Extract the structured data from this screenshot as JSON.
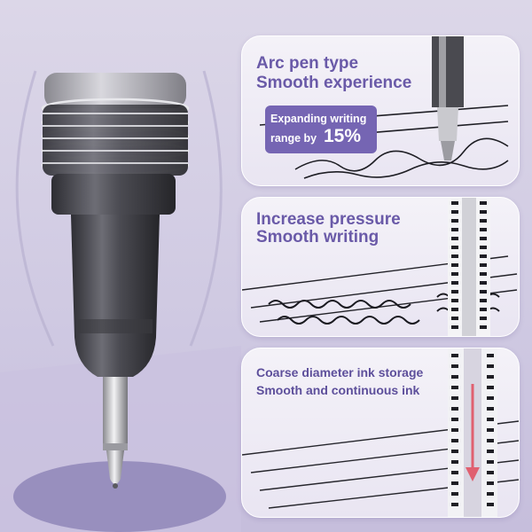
{
  "panels": [
    {
      "title_line1": "Arc pen type",
      "title_line2": "Smooth experience",
      "badge": {
        "line1": "Expanding writing",
        "line2": "range by",
        "value": "15%"
      }
    },
    {
      "title_line1": "Increase pressure",
      "title_line2": "Smooth writing"
    },
    {
      "title_line1": "Coarse diameter ink storage",
      "title_line2": "Smooth and continuous ink"
    }
  ],
  "colors": {
    "accent_purple": "#7565b3",
    "title_purple": "#6a5aa8",
    "pen_dark": "#3f3f46",
    "refill_arrow": "#e06070"
  }
}
